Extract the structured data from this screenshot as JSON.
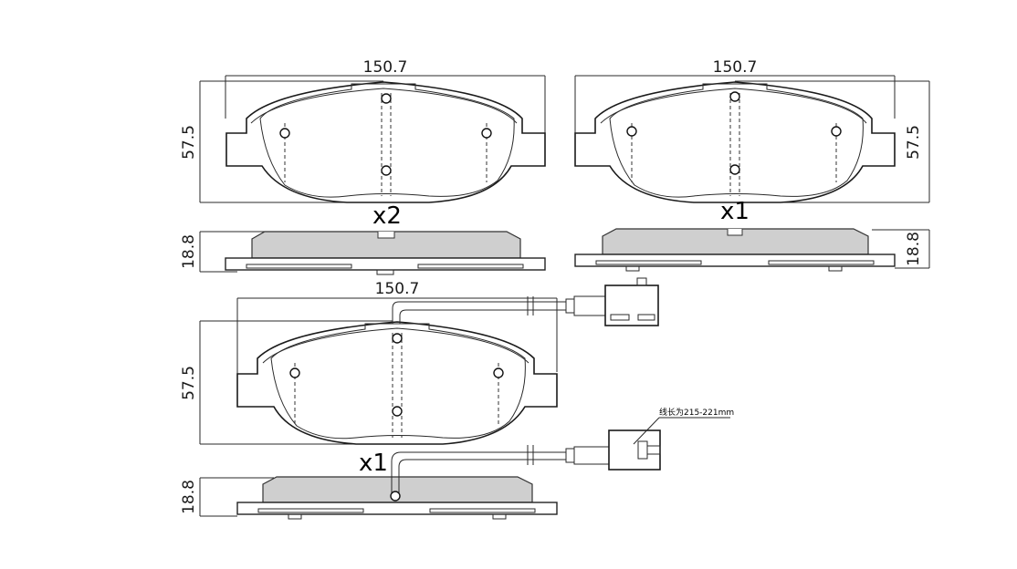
{
  "pads": [
    {
      "id": "pad-a",
      "width_label": "150.7",
      "height_label": "57.5",
      "thickness_label": "18.8",
      "quantity_label": "x2"
    },
    {
      "id": "pad-b",
      "width_label": "150.7",
      "height_label": "57.5",
      "thickness_label": "18.8",
      "quantity_label": "x1"
    },
    {
      "id": "pad-c",
      "width_label": "150.7",
      "height_label": "57.5",
      "thickness_label": "18.8",
      "quantity_label": "x1",
      "wire_note": "线长为215-221mm"
    }
  ]
}
